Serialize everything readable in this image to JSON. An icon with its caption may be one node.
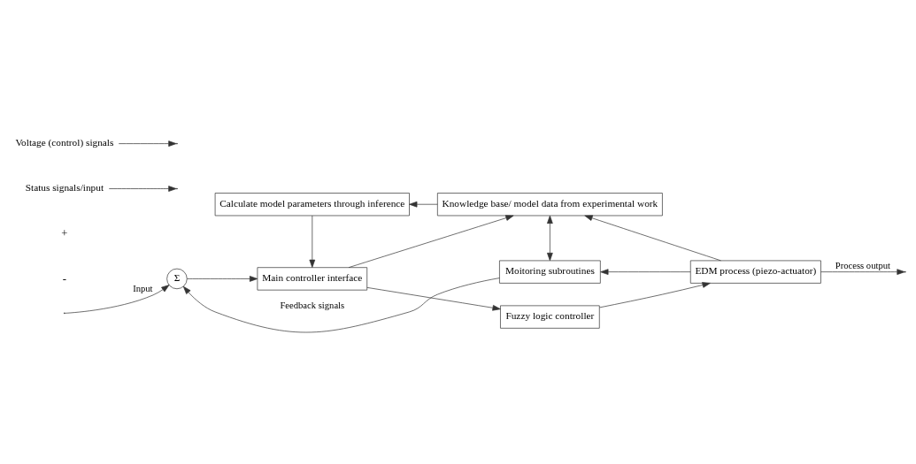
{
  "diagram": {
    "nodes": [
      {
        "text": [
          "Σ"
        ]
      },
      {
        "text": [
          "Main controller interface"
        ]
      },
      {
        "text": [
          "Fuzzy logic controller"
        ]
      },
      {
        "text": [
          "EDM process (piezo-actuator)"
        ]
      },
      {
        "text": [
          "Knowledge base/ model data from experimental work"
        ]
      },
      {
        "text": [
          "Calculate model parameters through inference"
        ]
      },
      {
        "text": [
          "Moitoring subroutines"
        ]
      },
      {
        "text": [
          "Status signals/input"
        ]
      },
      {
        "text": [
          "Voltage (control) signals"
        ]
      }
    ],
    "edges": [
      {
        "from": null,
        "to": 0,
        "arrow": "to",
        "label": "Input"
      },
      {
        "from": 0,
        "to": 1,
        "arrow": "to"
      },
      {
        "from": 1,
        "to": 2,
        "arrow": "to"
      },
      {
        "from": 1,
        "to": 4,
        "arrow": "to"
      },
      {
        "from": 2,
        "to": 3,
        "arrow": "to"
      },
      {
        "from": 3,
        "to": null,
        "arrow": "to",
        "label": "Process output"
      },
      {
        "from": 3,
        "to": 4,
        "arrow": "to"
      },
      {
        "from": 3,
        "to": 6,
        "arrow": "to"
      },
      {
        "from": 4,
        "to": 5,
        "arrow": "to"
      },
      {
        "from": 5,
        "to": 1,
        "arrow": "to"
      },
      {
        "from": 4,
        "to": 6,
        "arrow": "both"
      },
      {
        "from": 6,
        "to": 0,
        "arrow": "to",
        "label": "Feedback signals"
      },
      {
        "from": 7,
        "to": null,
        "arrow": "to"
      },
      {
        "from": 8,
        "to": null,
        "arrow": "to"
      }
    ],
    "labels": [
      "+",
      "-"
    ]
  }
}
